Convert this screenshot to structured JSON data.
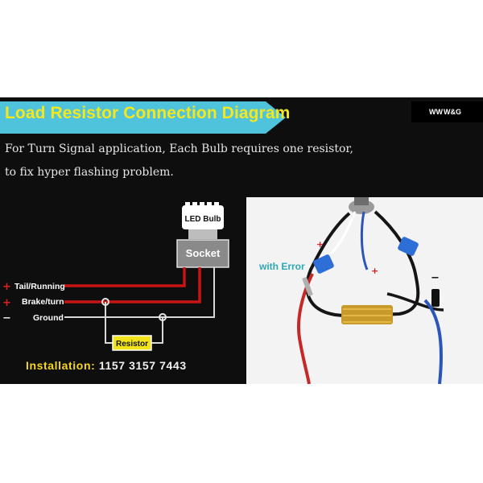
{
  "title": "Load Resistor Connection Diagram",
  "logo": {
    "brand": "W&G",
    "mark": "WW"
  },
  "description": [
    "For Turn Signal application, Each Bulb requires one resistor,",
    "to fix hyper flashing problem."
  ],
  "diagram": {
    "led_bulb": "LED Bulb",
    "socket": "Socket",
    "resistor": "Resistor",
    "wires": [
      {
        "symbol": "+",
        "label": "Tail/Running",
        "color": "#e02020"
      },
      {
        "symbol": "+",
        "label": "Brake/turn",
        "color": "#e02020"
      },
      {
        "symbol": "−",
        "label": "Ground",
        "color": "#d8d8d8"
      }
    ]
  },
  "installation": {
    "label": "Installation:",
    "values": "1157 3157 7443"
  },
  "photo": {
    "callout": "with Error",
    "marks": [
      "+",
      "+",
      "−"
    ]
  },
  "colors": {
    "title_bg": "#4fc3dc",
    "title_text": "#f4e71e",
    "callout": "#2ea9b4",
    "red_wire": "#e02020",
    "ground_wire": "#d8d8d8",
    "resistor_label_bg": "#f2e31a"
  }
}
